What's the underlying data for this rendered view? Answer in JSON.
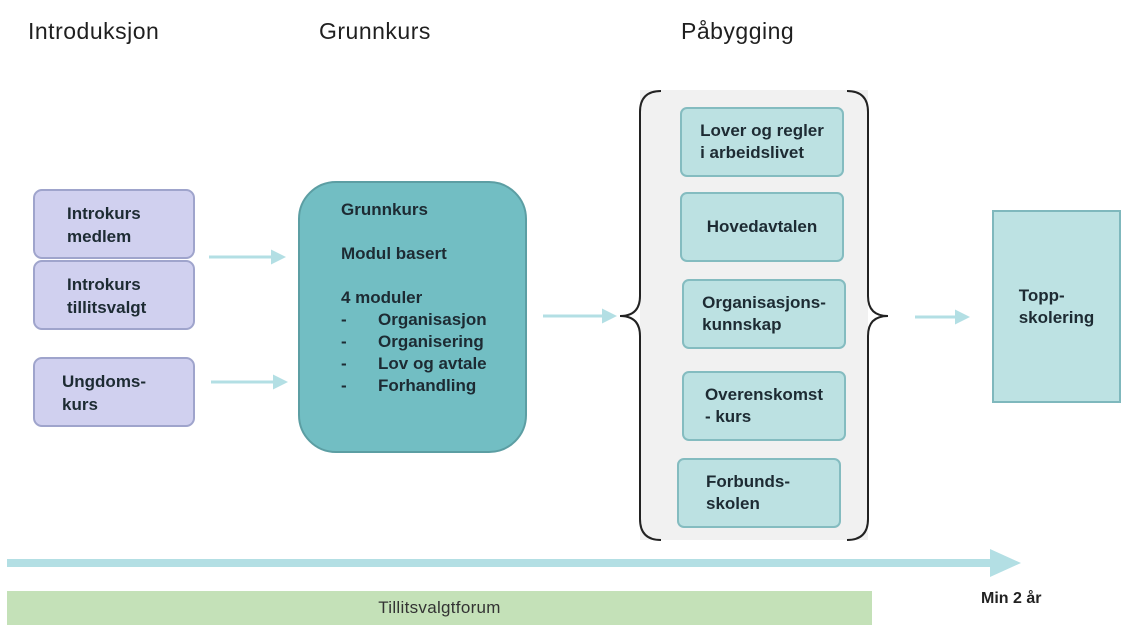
{
  "headings": {
    "introduksjon": "Introduksjon",
    "grunnkurs": "Grunnkurs",
    "pabygging": "Påbygging"
  },
  "intro_boxes": [
    [
      "Introkurs",
      "medlem"
    ],
    [
      "Introkurs",
      "tillitsvalgt"
    ],
    [
      "Ungdoms-",
      "kurs"
    ]
  ],
  "grunnkurs_box": {
    "title": "Grunnkurs",
    "subtitle": "Modul basert",
    "modules_heading": "4  moduler",
    "modules": [
      "Organisasjon",
      "Organisering",
      "Lov og avtale",
      "Forhandling"
    ],
    "bullet": "-"
  },
  "pabygging_boxes": [
    [
      "Lover og regler",
      "i arbeidslivet"
    ],
    [
      "Hovedavtalen"
    ],
    [
      "Organisasjons-",
      "kunnskap"
    ],
    [
      "Overenskomst",
      "- kurs"
    ],
    [
      "Forbunds-",
      "skolen"
    ]
  ],
  "topp_box": [
    "Topp-",
    "skolering"
  ],
  "timeline": {
    "forum_label": "Tillitsvalgtforum",
    "duration_label": "Min 2 år"
  },
  "colors": {
    "intro_fill": "#d0d0ef",
    "grunnkurs_fill": "#72bec3",
    "pabygging_fill": "#bce1e2",
    "arrow": "#b3dfe4",
    "forum_fill": "#c4e1b8"
  }
}
